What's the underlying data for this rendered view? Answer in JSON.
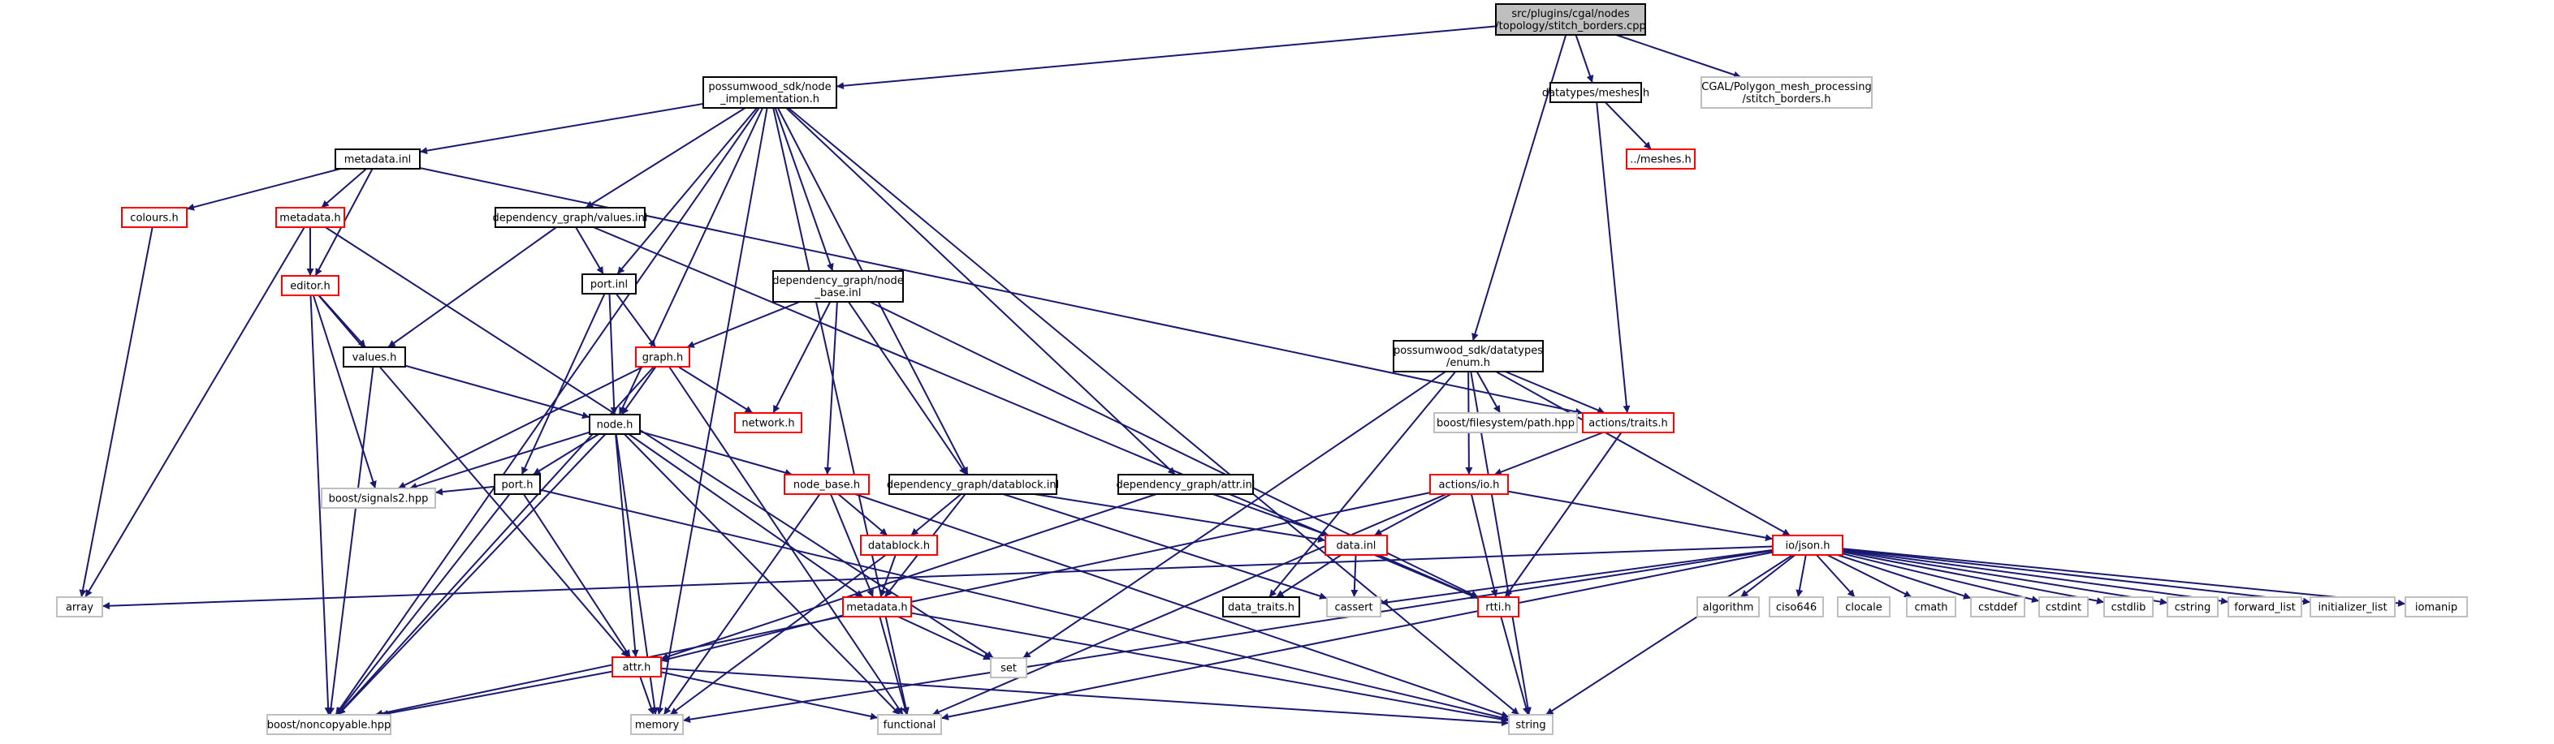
{
  "diagram": {
    "colors": {
      "edge": "#191970",
      "border_documented": "#000000",
      "border_undocumented": "#ff0000",
      "border_external": "#bfbfbf",
      "fill_root": "#bfbfbf",
      "fill_default": "#ffffff"
    },
    "nodes": [
      {
        "id": "root",
        "lines": [
          "src/plugins/cgal/nodes",
          "/topology/stitch_borders.cpp"
        ],
        "style": "root"
      },
      {
        "id": "node_impl",
        "lines": [
          "possumwood_sdk/node",
          "_implementation.h"
        ],
        "style": "documented"
      },
      {
        "id": "meshes_h",
        "lines": [
          "datatypes/meshes.h"
        ],
        "style": "documented"
      },
      {
        "id": "cgal_stitch",
        "lines": [
          "CGAL/Polygon_mesh_processing",
          "/stitch_borders.h"
        ],
        "style": "external"
      },
      {
        "id": "up_meshes",
        "lines": [
          "../meshes.h"
        ],
        "style": "undocumented"
      },
      {
        "id": "metadata_inl",
        "lines": [
          "metadata.inl"
        ],
        "style": "documented"
      },
      {
        "id": "colours_h",
        "lines": [
          "colours.h"
        ],
        "style": "undocumented"
      },
      {
        "id": "metadata_h1",
        "lines": [
          "metadata.h"
        ],
        "style": "undocumented"
      },
      {
        "id": "dg_values",
        "lines": [
          "dependency_graph/values.inl"
        ],
        "style": "documented"
      },
      {
        "id": "editor_h",
        "lines": [
          "editor.h"
        ],
        "style": "undocumented"
      },
      {
        "id": "port_inl",
        "lines": [
          "port.inl"
        ],
        "style": "documented"
      },
      {
        "id": "dg_nodebase",
        "lines": [
          "dependency_graph/node",
          "_base.inl"
        ],
        "style": "documented"
      },
      {
        "id": "enum_h",
        "lines": [
          "possumwood_sdk/datatypes",
          "/enum.h"
        ],
        "style": "documented"
      },
      {
        "id": "values_h",
        "lines": [
          "values.h"
        ],
        "style": "documented"
      },
      {
        "id": "graph_h",
        "lines": [
          "graph.h"
        ],
        "style": "undocumented"
      },
      {
        "id": "network_h",
        "lines": [
          "network.h"
        ],
        "style": "undocumented"
      },
      {
        "id": "bfs_path",
        "lines": [
          "boost/filesystem/path.hpp"
        ],
        "style": "external"
      },
      {
        "id": "actions_traits",
        "lines": [
          "actions/traits.h"
        ],
        "style": "undocumented"
      },
      {
        "id": "node_h",
        "lines": [
          "node.h"
        ],
        "style": "documented"
      },
      {
        "id": "port_h",
        "lines": [
          "port.h"
        ],
        "style": "documented"
      },
      {
        "id": "node_base_h",
        "lines": [
          "node_base.h"
        ],
        "style": "undocumented"
      },
      {
        "id": "dg_datablock",
        "lines": [
          "dependency_graph/datablock.inl"
        ],
        "style": "documented"
      },
      {
        "id": "dg_attr",
        "lines": [
          "dependency_graph/attr.inl"
        ],
        "style": "documented"
      },
      {
        "id": "actions_io",
        "lines": [
          "actions/io.h"
        ],
        "style": "undocumented"
      },
      {
        "id": "boost_signals",
        "lines": [
          "boost/signals2.hpp"
        ],
        "style": "external"
      },
      {
        "id": "datablock_h",
        "lines": [
          "datablock.h"
        ],
        "style": "undocumented"
      },
      {
        "id": "data_inl",
        "lines": [
          "data.inl"
        ],
        "style": "undocumented"
      },
      {
        "id": "io_json",
        "lines": [
          "io/json.h"
        ],
        "style": "undocumented"
      },
      {
        "id": "array",
        "lines": [
          "array"
        ],
        "style": "external"
      },
      {
        "id": "metadata_h2",
        "lines": [
          "metadata.h"
        ],
        "style": "undocumented"
      },
      {
        "id": "data_traits",
        "lines": [
          "data_traits.h"
        ],
        "style": "documented"
      },
      {
        "id": "cassert",
        "lines": [
          "cassert"
        ],
        "style": "external"
      },
      {
        "id": "rtti_h",
        "lines": [
          "rtti.h"
        ],
        "style": "undocumented"
      },
      {
        "id": "algorithm",
        "lines": [
          "algorithm"
        ],
        "style": "external"
      },
      {
        "id": "ciso646",
        "lines": [
          "ciso646"
        ],
        "style": "external"
      },
      {
        "id": "clocale",
        "lines": [
          "clocale"
        ],
        "style": "external"
      },
      {
        "id": "cmath",
        "lines": [
          "cmath"
        ],
        "style": "external"
      },
      {
        "id": "cstddef",
        "lines": [
          "cstddef"
        ],
        "style": "external"
      },
      {
        "id": "cstdint",
        "lines": [
          "cstdint"
        ],
        "style": "external"
      },
      {
        "id": "cstdlib",
        "lines": [
          "cstdlib"
        ],
        "style": "external"
      },
      {
        "id": "cstring",
        "lines": [
          "cstring"
        ],
        "style": "external"
      },
      {
        "id": "forward_list",
        "lines": [
          "forward_list"
        ],
        "style": "external"
      },
      {
        "id": "initializer_list",
        "lines": [
          "initializer_list"
        ],
        "style": "external"
      },
      {
        "id": "iomanip",
        "lines": [
          "iomanip"
        ],
        "style": "external"
      },
      {
        "id": "set",
        "lines": [
          "set"
        ],
        "style": "external"
      },
      {
        "id": "attr_h",
        "lines": [
          "attr.h"
        ],
        "style": "undocumented"
      },
      {
        "id": "boost_noncopyable",
        "lines": [
          "boost/noncopyable.hpp"
        ],
        "style": "external"
      },
      {
        "id": "memory",
        "lines": [
          "memory"
        ],
        "style": "external"
      },
      {
        "id": "functional",
        "lines": [
          "functional"
        ],
        "style": "external"
      },
      {
        "id": "string",
        "lines": [
          "string"
        ],
        "style": "external"
      }
    ],
    "edges": [
      [
        "root",
        "node_impl"
      ],
      [
        "root",
        "meshes_h"
      ],
      [
        "root",
        "cgal_stitch"
      ],
      [
        "root",
        "enum_h"
      ],
      [
        "meshes_h",
        "up_meshes"
      ],
      [
        "meshes_h",
        "actions_traits"
      ],
      [
        "node_impl",
        "metadata_inl"
      ],
      [
        "node_impl",
        "dg_values"
      ],
      [
        "node_impl",
        "port_inl"
      ],
      [
        "node_impl",
        "dg_nodebase"
      ],
      [
        "node_impl",
        "node_h"
      ],
      [
        "node_impl",
        "dg_datablock"
      ],
      [
        "node_impl",
        "dg_attr"
      ],
      [
        "node_impl",
        "boost_noncopyable"
      ],
      [
        "node_impl",
        "memory"
      ],
      [
        "node_impl",
        "functional"
      ],
      [
        "node_impl",
        "string"
      ],
      [
        "metadata_inl",
        "colours_h"
      ],
      [
        "metadata_inl",
        "metadata_h1"
      ],
      [
        "metadata_inl",
        "editor_h"
      ],
      [
        "metadata_inl",
        "actions_traits"
      ],
      [
        "colours_h",
        "array"
      ],
      [
        "metadata_h1",
        "editor_h"
      ],
      [
        "metadata_h1",
        "array"
      ],
      [
        "metadata_h1",
        "set"
      ],
      [
        "editor_h",
        "values_h"
      ],
      [
        "editor_h",
        "boost_signals"
      ],
      [
        "editor_h",
        "attr_h"
      ],
      [
        "editor_h",
        "boost_noncopyable"
      ],
      [
        "dg_values",
        "port_inl"
      ],
      [
        "dg_values",
        "values_h"
      ],
      [
        "dg_values",
        "rtti_h"
      ],
      [
        "values_h",
        "node_h"
      ],
      [
        "values_h",
        "boost_noncopyable"
      ],
      [
        "port_inl",
        "graph_h"
      ],
      [
        "port_inl",
        "node_h"
      ],
      [
        "port_inl",
        "port_h"
      ],
      [
        "dg_nodebase",
        "graph_h"
      ],
      [
        "dg_nodebase",
        "network_h"
      ],
      [
        "dg_nodebase",
        "node_base_h"
      ],
      [
        "dg_nodebase",
        "dg_datablock"
      ],
      [
        "dg_nodebase",
        "rtti_h"
      ],
      [
        "graph_h",
        "node_h"
      ],
      [
        "graph_h",
        "network_h"
      ],
      [
        "graph_h",
        "boost_signals"
      ],
      [
        "graph_h",
        "boost_noncopyable"
      ],
      [
        "graph_h",
        "functional"
      ],
      [
        "node_h",
        "port_h"
      ],
      [
        "node_h",
        "node_base_h"
      ],
      [
        "node_h",
        "boost_signals"
      ],
      [
        "node_h",
        "metadata_h2"
      ],
      [
        "node_h",
        "attr_h"
      ],
      [
        "node_h",
        "boost_noncopyable"
      ],
      [
        "node_h",
        "memory"
      ],
      [
        "node_h",
        "functional"
      ],
      [
        "port_h",
        "boost_signals"
      ],
      [
        "port_h",
        "attr_h"
      ],
      [
        "port_h",
        "boost_noncopyable"
      ],
      [
        "port_h",
        "string"
      ],
      [
        "node_base_h",
        "datablock_h"
      ],
      [
        "node_base_h",
        "metadata_h2"
      ],
      [
        "node_base_h",
        "memory"
      ],
      [
        "node_base_h",
        "string"
      ],
      [
        "dg_datablock",
        "datablock_h"
      ],
      [
        "dg_datablock",
        "metadata_h2"
      ],
      [
        "dg_datablock",
        "data_inl"
      ],
      [
        "dg_datablock",
        "cassert"
      ],
      [
        "dg_attr",
        "data_inl"
      ],
      [
        "dg_attr",
        "attr_h"
      ],
      [
        "datablock_h",
        "metadata_h2"
      ],
      [
        "datablock_h",
        "memory"
      ],
      [
        "metadata_h2",
        "attr_h"
      ],
      [
        "metadata_h2",
        "set"
      ],
      [
        "metadata_h2",
        "functional"
      ],
      [
        "metadata_h2",
        "string"
      ],
      [
        "attr_h",
        "boost_noncopyable"
      ],
      [
        "attr_h",
        "memory"
      ],
      [
        "attr_h",
        "functional"
      ],
      [
        "attr_h",
        "string"
      ],
      [
        "enum_h",
        "bfs_path"
      ],
      [
        "enum_h",
        "actions_traits"
      ],
      [
        "enum_h",
        "actions_io"
      ],
      [
        "enum_h",
        "io_json"
      ],
      [
        "enum_h",
        "data_traits"
      ],
      [
        "enum_h",
        "set"
      ],
      [
        "enum_h",
        "string"
      ],
      [
        "actions_traits",
        "actions_io"
      ],
      [
        "actions_traits",
        "rtti_h"
      ],
      [
        "actions_io",
        "data_inl"
      ],
      [
        "actions_io",
        "io_json"
      ],
      [
        "actions_io",
        "rtti_h"
      ],
      [
        "actions_io",
        "boost_noncopyable"
      ],
      [
        "actions_io",
        "functional"
      ],
      [
        "data_inl",
        "data_traits"
      ],
      [
        "data_inl",
        "cassert"
      ],
      [
        "data_inl",
        "rtti_h"
      ],
      [
        "rtti_h",
        "string"
      ],
      [
        "io_json",
        "array"
      ],
      [
        "io_json",
        "cassert"
      ],
      [
        "io_json",
        "algorithm"
      ],
      [
        "io_json",
        "ciso646"
      ],
      [
        "io_json",
        "clocale"
      ],
      [
        "io_json",
        "cmath"
      ],
      [
        "io_json",
        "cstddef"
      ],
      [
        "io_json",
        "cstdint"
      ],
      [
        "io_json",
        "cstdlib"
      ],
      [
        "io_json",
        "cstring"
      ],
      [
        "io_json",
        "forward_list"
      ],
      [
        "io_json",
        "initializer_list"
      ],
      [
        "io_json",
        "iomanip"
      ],
      [
        "io_json",
        "functional"
      ],
      [
        "io_json",
        "memory"
      ],
      [
        "io_json",
        "string"
      ]
    ]
  }
}
